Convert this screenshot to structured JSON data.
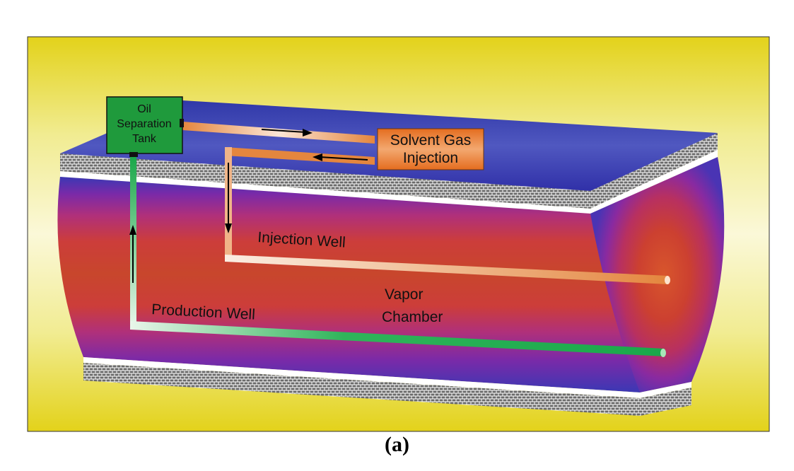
{
  "figure": {
    "caption": "(a)",
    "tank": {
      "lines": [
        "Oil",
        "Separation",
        "Tank"
      ]
    },
    "solvent_box": {
      "lines": [
        "Solvent Gas",
        "Injection"
      ]
    },
    "labels": {
      "injection_well": "Injection Well",
      "production_well": "Production Well",
      "vapor_chamber": [
        "Vapor",
        "Chamber"
      ]
    },
    "colors": {
      "background_yellow": "#e8d81a",
      "tank_green": "#1f9a3c",
      "solvent_orange": "#e07a2a",
      "chamber_red": "#c9402a",
      "chamber_blue": "#3a3ab0",
      "production_pipe": "#1aa84a",
      "injection_pipe": "#e89a5a"
    }
  }
}
